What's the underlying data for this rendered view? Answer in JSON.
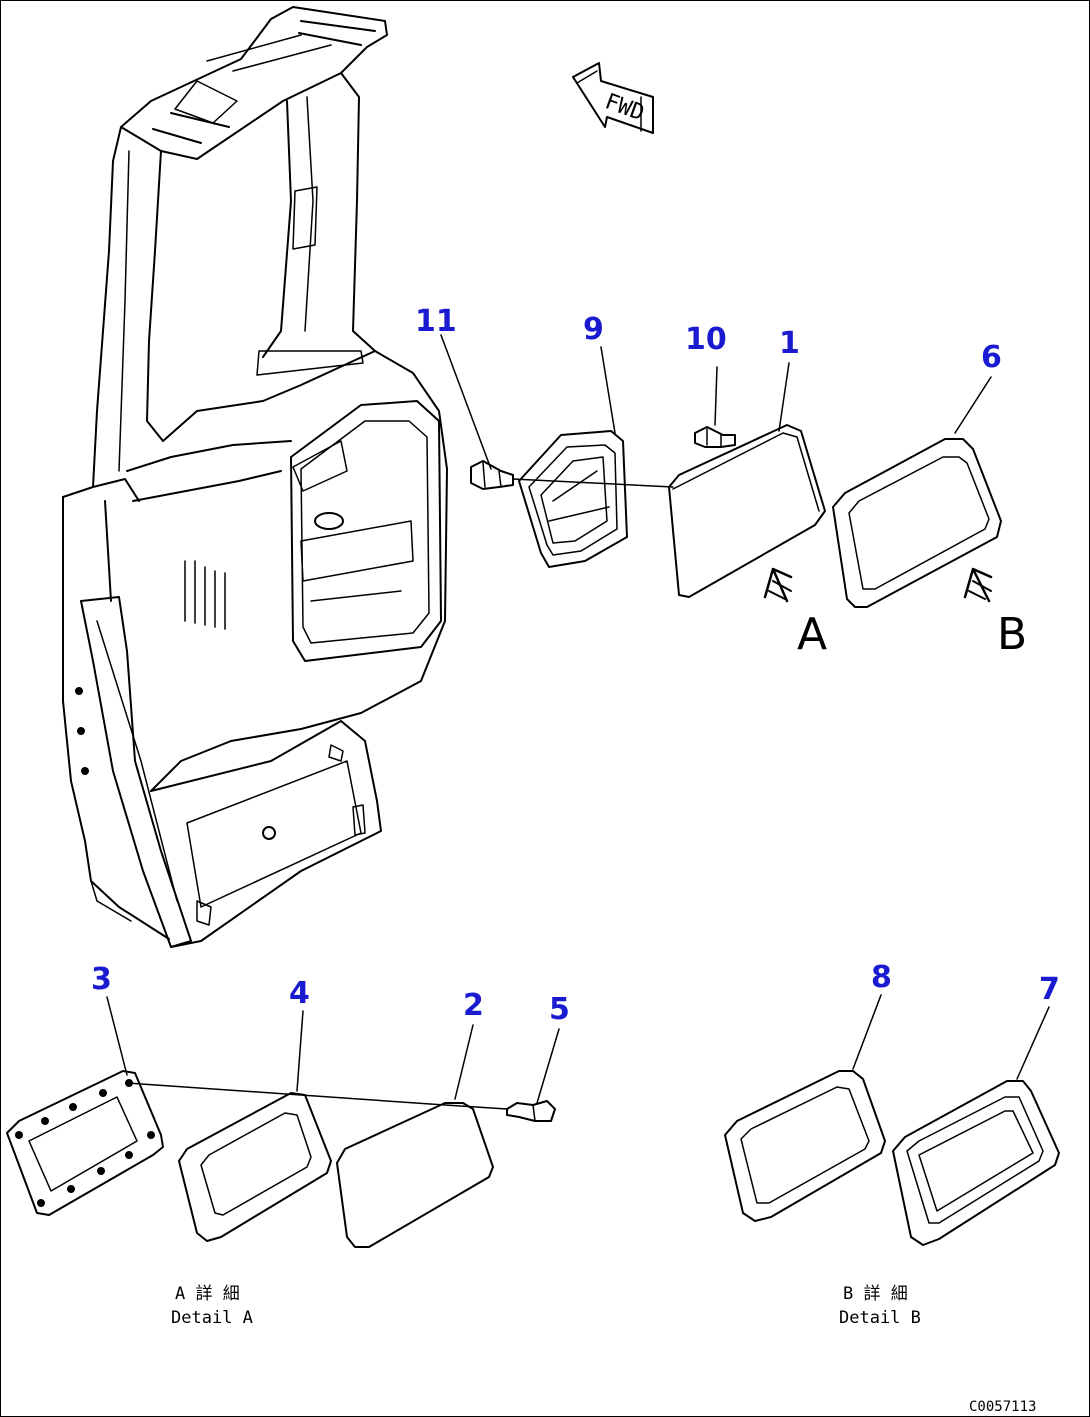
{
  "colors": {
    "callout": "#1a1ad0",
    "line": "#000000",
    "background": "#ffffff"
  },
  "direction_marker": {
    "text": "FWD",
    "icon": "forward-arrow-icon"
  },
  "callouts": {
    "c11": "11",
    "c9": "9",
    "c10": "10",
    "c1": "1",
    "c6": "6",
    "c3": "3",
    "c4": "4",
    "c2": "2",
    "c5": "5",
    "c8": "8",
    "c7": "7"
  },
  "view_letters": {
    "a": "A",
    "b": "B"
  },
  "details": {
    "a_jp": "A 詳 細",
    "a_en": "Detail A",
    "b_jp": "B 詳 細",
    "b_en": "Detail B"
  },
  "drawing_code": "C0057113"
}
